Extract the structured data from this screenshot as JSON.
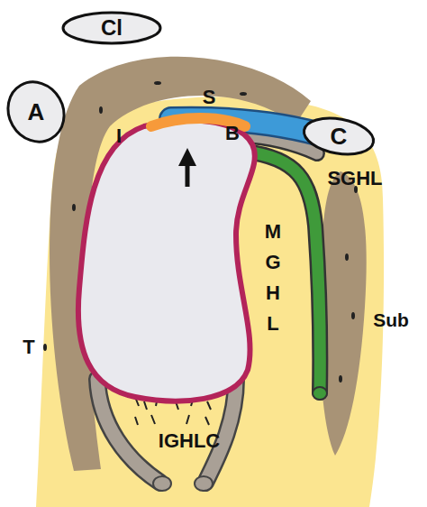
{
  "diagram": {
    "nodes": [
      {
        "text": [
          "Cl"
        ]
      },
      {
        "text": [
          "A"
        ]
      },
      {
        "text": [
          "C"
        ]
      }
    ],
    "labels": [
      "S",
      "I",
      "B",
      "SGHL",
      "M G H L",
      "Sub",
      "T",
      "IGHLC"
    ]
  }
}
